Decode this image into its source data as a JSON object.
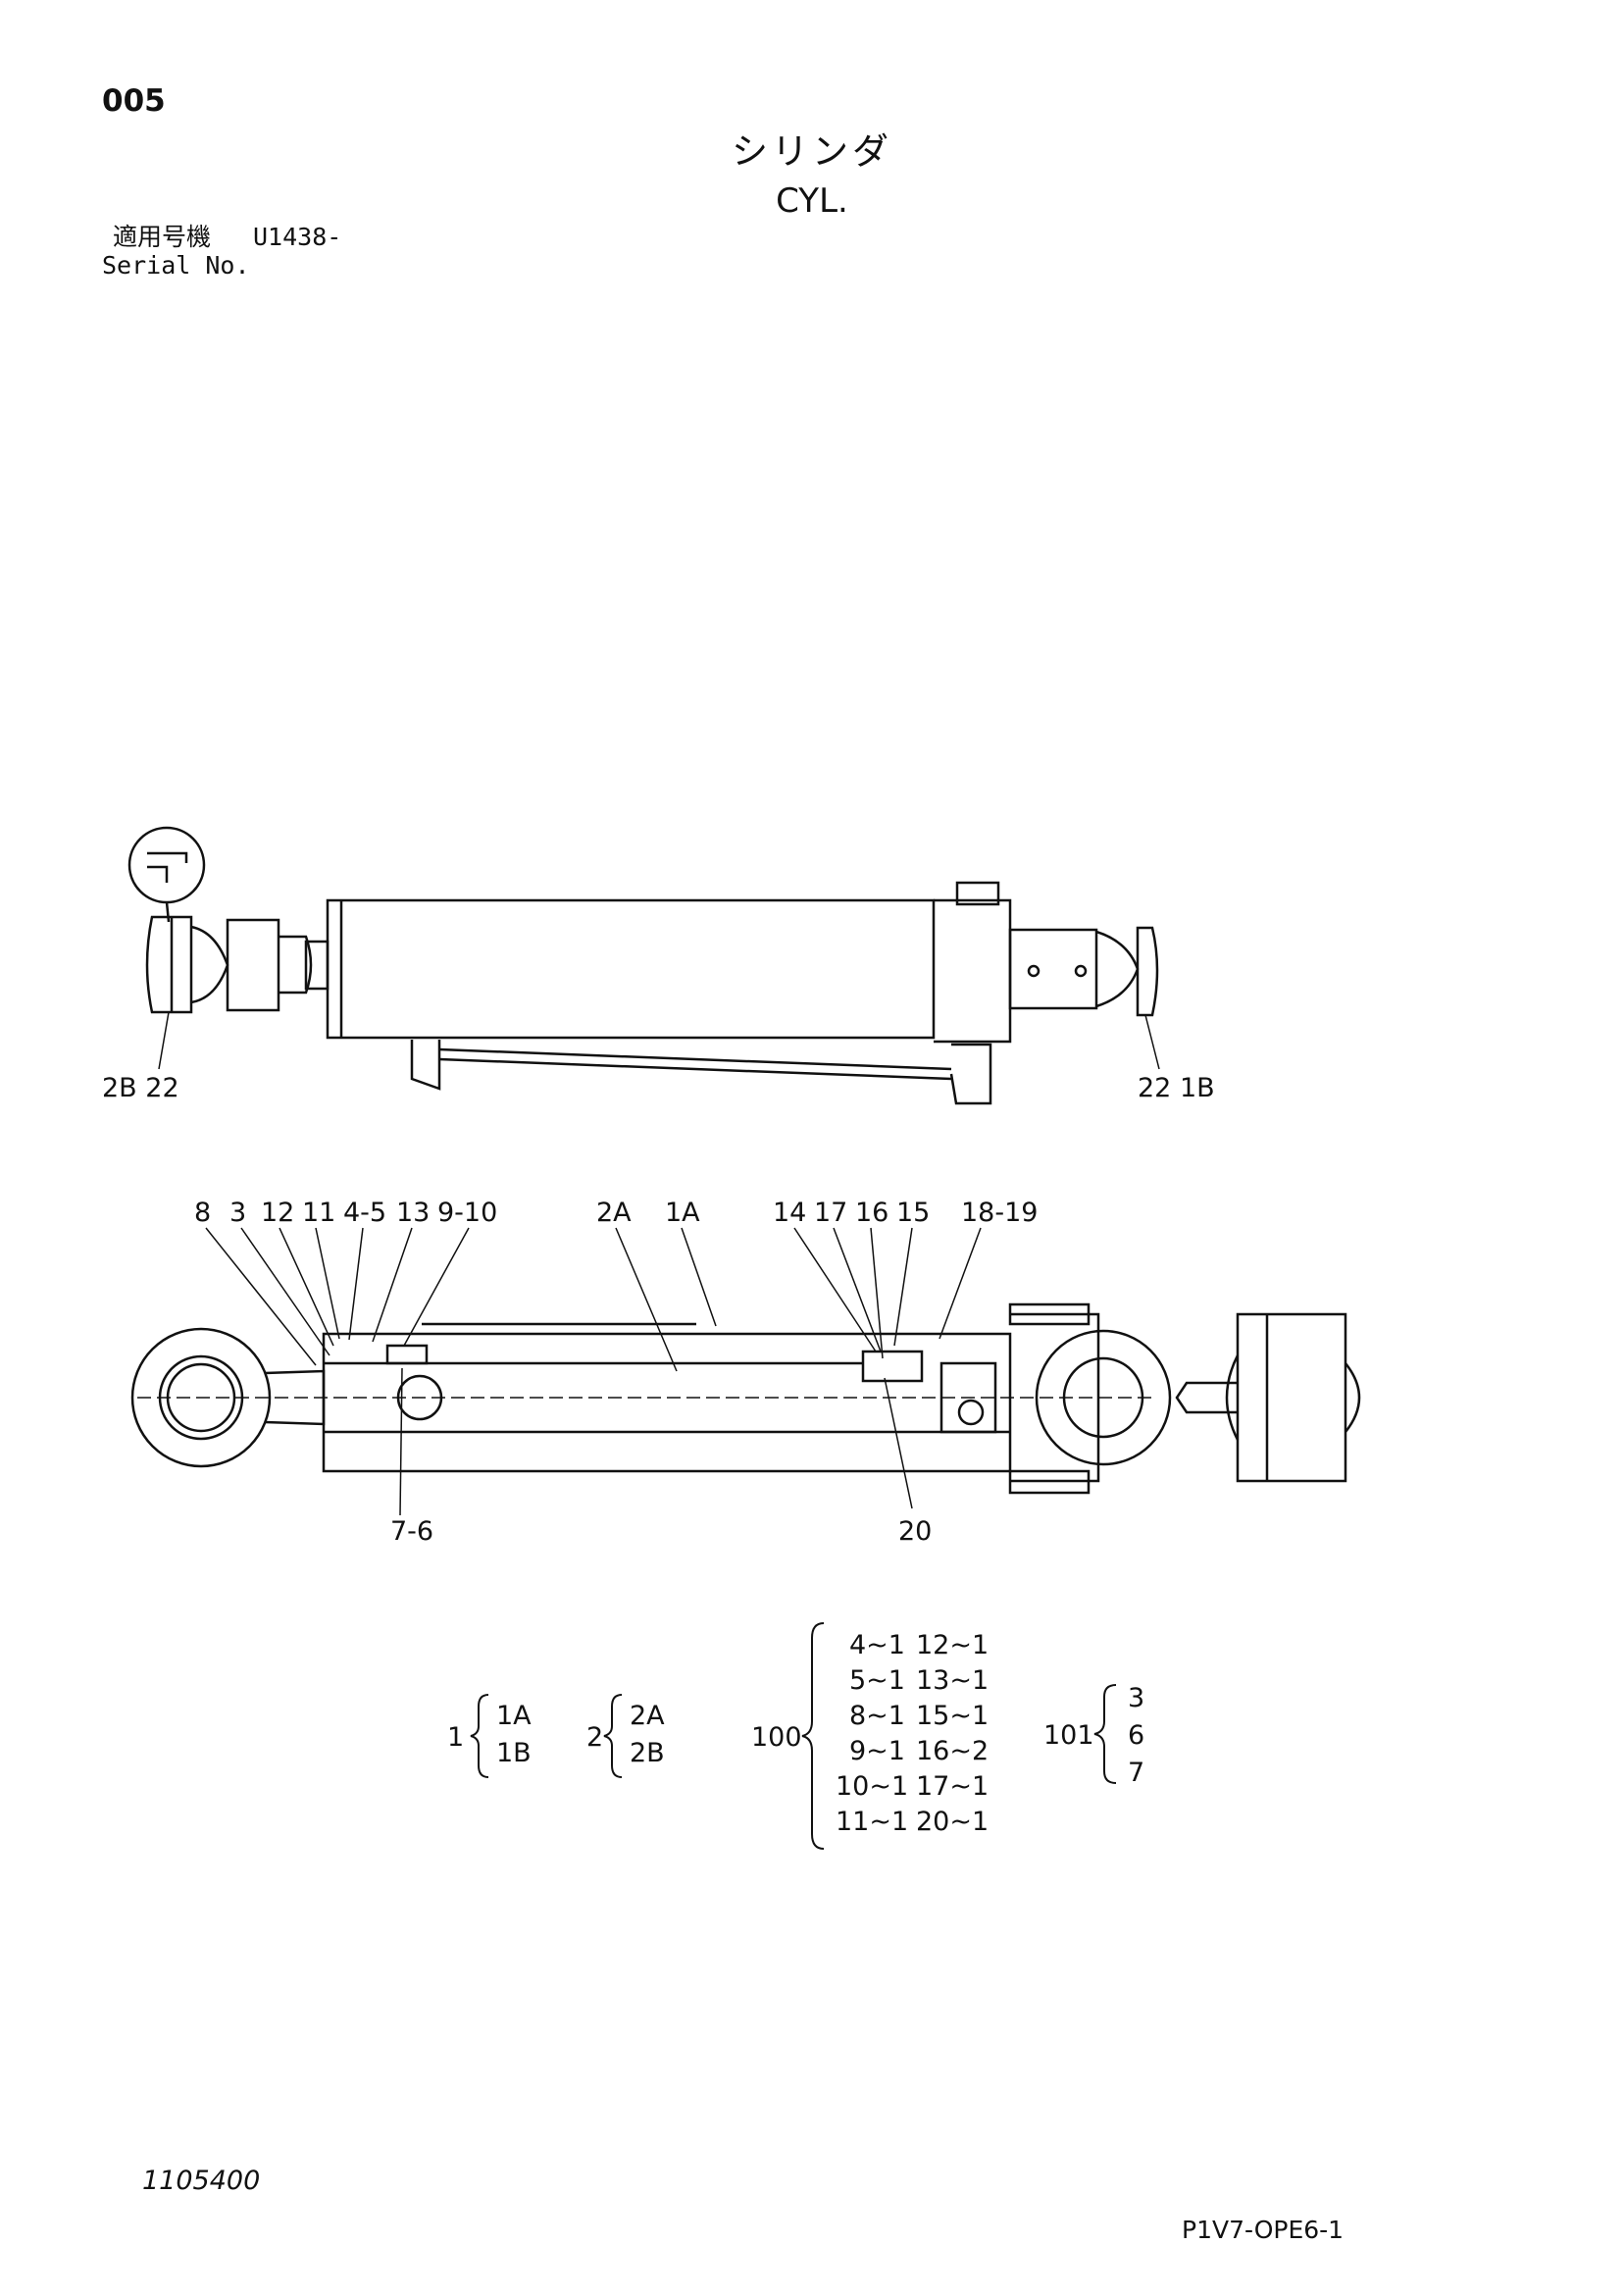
{
  "header": {
    "page_number": "005",
    "title_jp": "シリンダ",
    "title_en": "CYL.",
    "serial_label_jp": "適用号機",
    "serial_value": "U1438-",
    "serial_label_en": "Serial No."
  },
  "top_view": {
    "left_labels": "2B 22",
    "right_labels": "22 1B"
  },
  "section_view": {
    "callouts_left": [
      "8",
      "3",
      "12",
      "11",
      "4-5",
      "13",
      "9-10"
    ],
    "callouts_mid": [
      "2A",
      "1A"
    ],
    "callouts_right": [
      "14",
      "17",
      "16",
      "15",
      "18-19"
    ],
    "bottom_left": "7-6",
    "bottom_right": "20"
  },
  "groups": {
    "g1": {
      "key": "1",
      "items": [
        "1A",
        "1B"
      ]
    },
    "g2": {
      "key": "2",
      "items": [
        "2A",
        "2B"
      ]
    },
    "g100": {
      "key": "100",
      "rows": [
        [
          "4~1",
          "12~1"
        ],
        [
          "5~1",
          "13~1"
        ],
        [
          "8~1",
          "15~1"
        ],
        [
          "9~1",
          "16~2"
        ],
        [
          "10~1",
          "17~1"
        ],
        [
          "11~1",
          "20~1"
        ]
      ]
    },
    "g101": {
      "key": "101",
      "items": [
        "3",
        "6",
        "7"
      ]
    }
  },
  "footer": {
    "doc_number": "1105400",
    "code": "P1V7-OPE6-1"
  }
}
